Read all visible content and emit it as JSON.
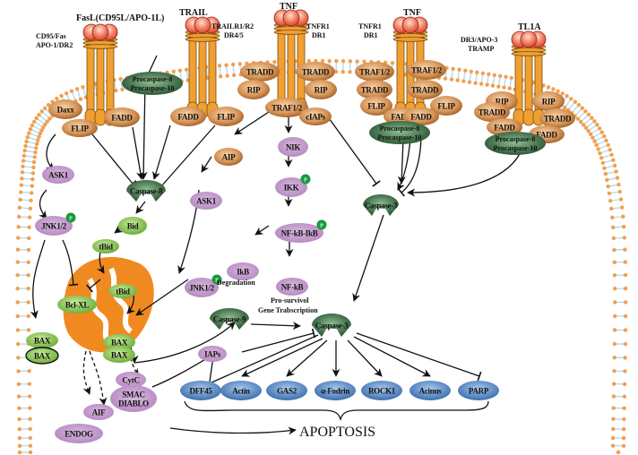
{
  "title": "Death receptor mediated apoptosis signaling pathway",
  "colors": {
    "receptor": "#f0a030",
    "receptor_dark": "#c46e10",
    "ligand": "#f26a4f",
    "adaptor": "#c88a4a",
    "kinase": "#c79ccf",
    "caspase": "#3f7a4a",
    "bcl": "#8cc85a",
    "substrate": "#5e8fc9",
    "membrane_head": "#f0a050",
    "membrane_tail": "#a9d7ee",
    "mito": "#f08a20",
    "phospho": "#1a9a3c"
  },
  "receptors": [
    {
      "ligand": "FasL(CD95L/APO-1L)",
      "receptor": "CD95/Fas\nAPO-1/DR2"
    },
    {
      "ligand": "TRAIL",
      "receptor": "TRAILR1/R2\nDR4/5"
    },
    {
      "ligand": "TNF",
      "receptor": "TNFR1\nDR1"
    },
    {
      "ligand": "TNF",
      "receptor": "TNFR1\nDR1"
    },
    {
      "ligand": "TL1A",
      "receptor": "DR3/APO-3\nTRAMP"
    }
  ],
  "labels": {
    "fasl": "FasL(CD95L/APO-1L)",
    "cd95_1": "CD95/Fas",
    "cd95_2": "APO-1/DR2",
    "trail": "TRAIL",
    "trailr_1": "TRAILR1/R2",
    "trailr_2": "DR4/5",
    "tnf1": "TNF",
    "tnfr1_a1": "TNFR1",
    "tnfr1_a2": "DR1",
    "tnfr1_b1": "TNFR1",
    "tnfr1_b2": "DR1",
    "tnf2": "TNF",
    "dr3_1": "DR3/APO-3",
    "dr3_2": "TRAMP",
    "tl1a": "TL1A",
    "procasp8": "Procaspase-8",
    "procasp10": "Procaspase-10",
    "daxx": "Daxx",
    "flip": "FLIP",
    "fadd": "FADD",
    "tradd": "TRADD",
    "rip": "RIP",
    "traf12": "TRAF1/2",
    "ciaps": "cIAPs",
    "ask1": "ASK1",
    "jnk12": "JNK1/2",
    "caspase8": "Caspase-8",
    "bid": "Bid",
    "tbid": "tBid",
    "bclxl": "Bcl-XL",
    "bax": "BAX",
    "aip": "AIP",
    "nik": "NIK",
    "ikk": "IKK",
    "nfkbikb": "NF-kB-IkB",
    "ikb": "IkB",
    "degradation": "Degradation",
    "nfkb": "NF-kB",
    "prosurvival_1": "Pro-survivol",
    "prosurvival_2": "Gene Trabscription",
    "caspase3_top": "Caspase-3",
    "caspase9": "Caspase-9",
    "caspase3": "Caspase-3",
    "iaps": "IAPs",
    "cytc": "CytC",
    "smac_1": "SMAC",
    "smac_2": "DIABLO",
    "aif": "AIF",
    "endog": "ENDOG",
    "apoptosis": "APOPTOSIS",
    "phospho": "P"
  },
  "substrates": [
    "DFF45",
    "Actin",
    "GAS2",
    "α-Fodrin",
    "ROCK1",
    "Acinus",
    "PARP"
  ]
}
